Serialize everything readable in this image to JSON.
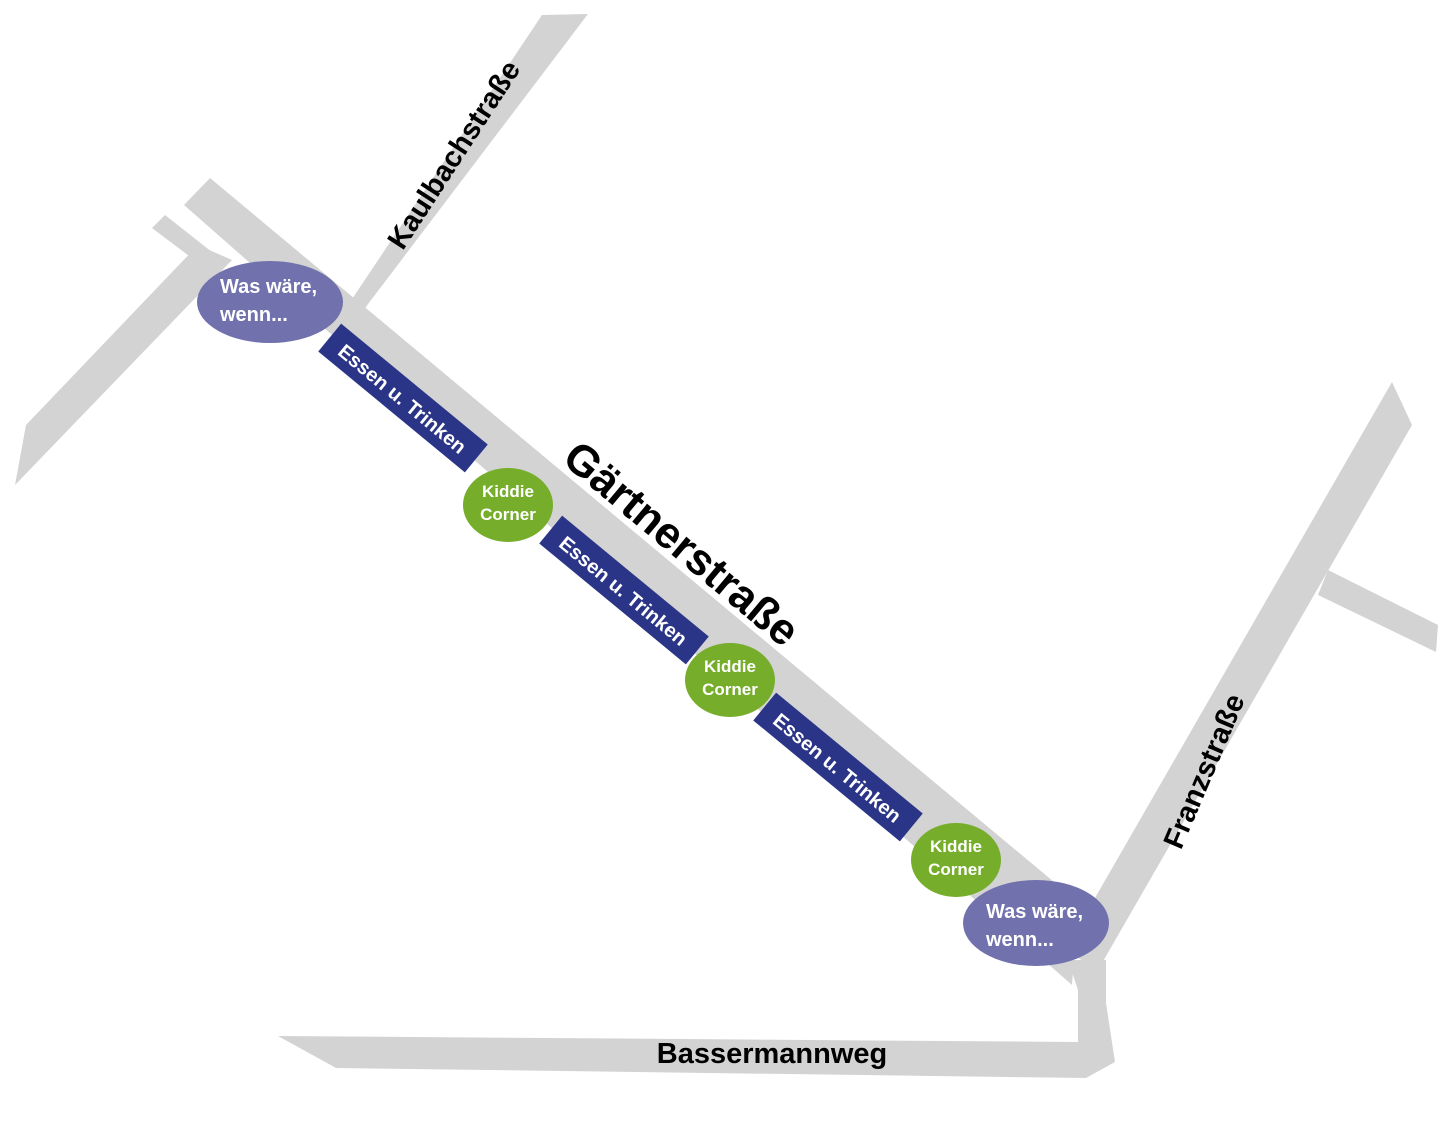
{
  "map": {
    "colors": {
      "road": "#d3d3d3",
      "food": "#2b3587",
      "kiddie": "#76ad2b",
      "was_waere": "#7171ae",
      "label_dark": "#000000",
      "label_light": "#ffffff"
    },
    "streets": {
      "kaulbach": "Kaulbachstraße",
      "gaertner": "Gärtnerstraße",
      "franz": "Franzstraße",
      "bassermann": "Bassermannweg"
    },
    "was_waere": [
      {
        "line1": "Was wäre,",
        "line2": "wenn..."
      },
      {
        "line1": "Was wäre,",
        "line2": "wenn..."
      }
    ],
    "food": [
      {
        "label": "Essen u. Trinken"
      },
      {
        "label": "Essen u. Trinken"
      },
      {
        "label": "Essen u. Trinken"
      }
    ],
    "kiddie": [
      {
        "line1": "Kiddie",
        "line2": "Corner"
      },
      {
        "line1": "Kiddie",
        "line2": "Corner"
      },
      {
        "line1": "Kiddie",
        "line2": "Corner"
      }
    ]
  }
}
